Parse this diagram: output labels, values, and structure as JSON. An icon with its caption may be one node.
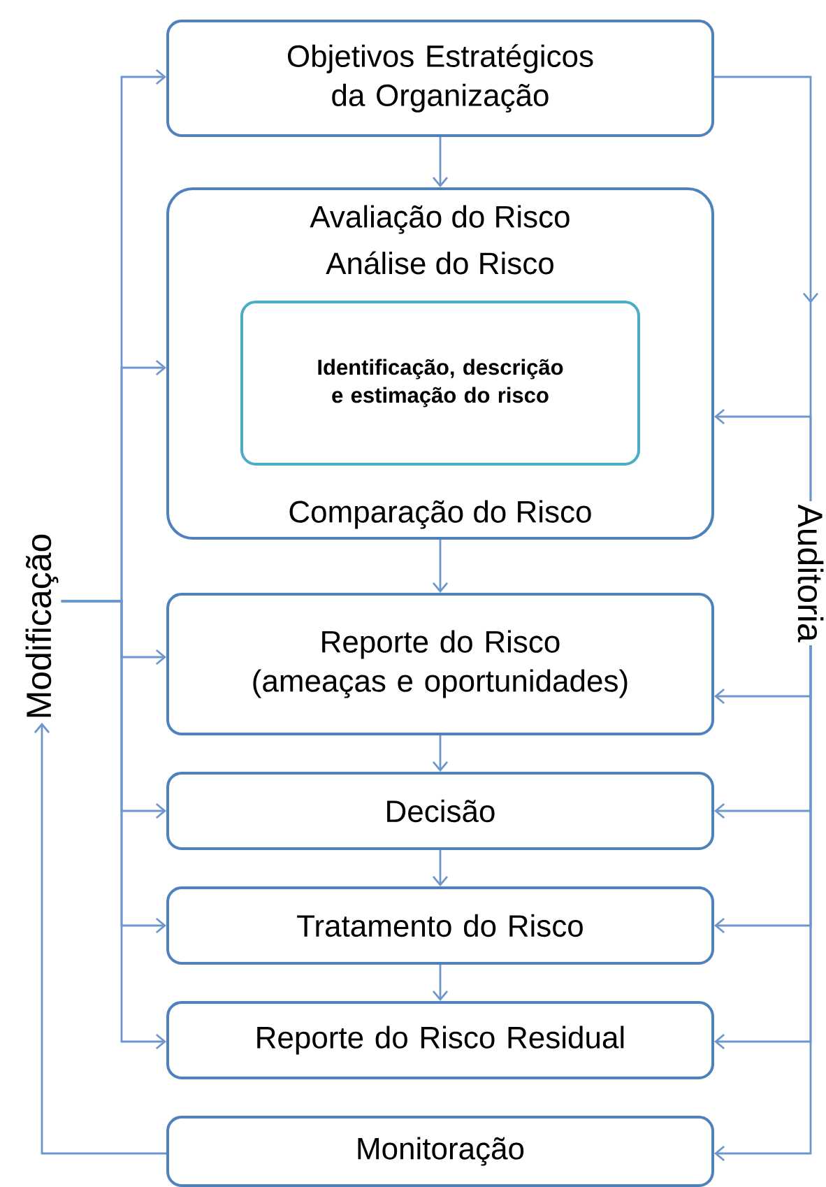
{
  "diagram": {
    "nodes": [
      {
        "text": [
          "Objetivos Estratégicos da Organização"
        ]
      },
      {
        "text": [
          "Avaliação do Risco",
          "Análise do Risco",
          "Comparação do Risco"
        ]
      },
      {
        "text": [
          "Identificação, descrição e estimação do risco"
        ],
        "in": 1
      },
      {
        "text": [
          "Reporte do Risco (ameaças e oportunidades)"
        ]
      },
      {
        "text": [
          "Decisão"
        ]
      },
      {
        "text": [
          "Tratamento do Risco"
        ]
      },
      {
        "text": [
          "Reporte do Risco Residual"
        ]
      },
      {
        "text": [
          "Monitoração"
        ]
      },
      {
        "text": [
          "Modificação"
        ]
      },
      {
        "text": [
          "Auditoria"
        ]
      }
    ],
    "edges": [
      {
        "from": 0,
        "to": 1,
        "arrow": "to"
      },
      {
        "from": 1,
        "to": 3,
        "arrow": "to"
      },
      {
        "from": 3,
        "to": 4,
        "arrow": "to"
      },
      {
        "from": 4,
        "to": 5,
        "arrow": "to"
      },
      {
        "from": 5,
        "to": 6,
        "arrow": "to"
      },
      {
        "from": 8,
        "to": 0,
        "arrow": "to"
      },
      {
        "from": 8,
        "to": 1,
        "arrow": "to"
      },
      {
        "from": 8,
        "to": 3,
        "arrow": "to"
      },
      {
        "from": 8,
        "to": 4,
        "arrow": "to"
      },
      {
        "from": 8,
        "to": 5,
        "arrow": "to"
      },
      {
        "from": 8,
        "to": 6,
        "arrow": "to"
      },
      {
        "from": 7,
        "to": 8,
        "arrow": "to"
      },
      {
        "from": 0,
        "to": 9,
        "arrow": "to"
      },
      {
        "from": 9,
        "to": 1,
        "arrow": "to"
      },
      {
        "from": 9,
        "to": 3,
        "arrow": "to"
      },
      {
        "from": 9,
        "to": 4,
        "arrow": "to"
      },
      {
        "from": 9,
        "to": 5,
        "arrow": "to"
      },
      {
        "from": 9,
        "to": 6,
        "arrow": "to"
      },
      {
        "from": 9,
        "to": 7,
        "arrow": "to"
      }
    ]
  }
}
